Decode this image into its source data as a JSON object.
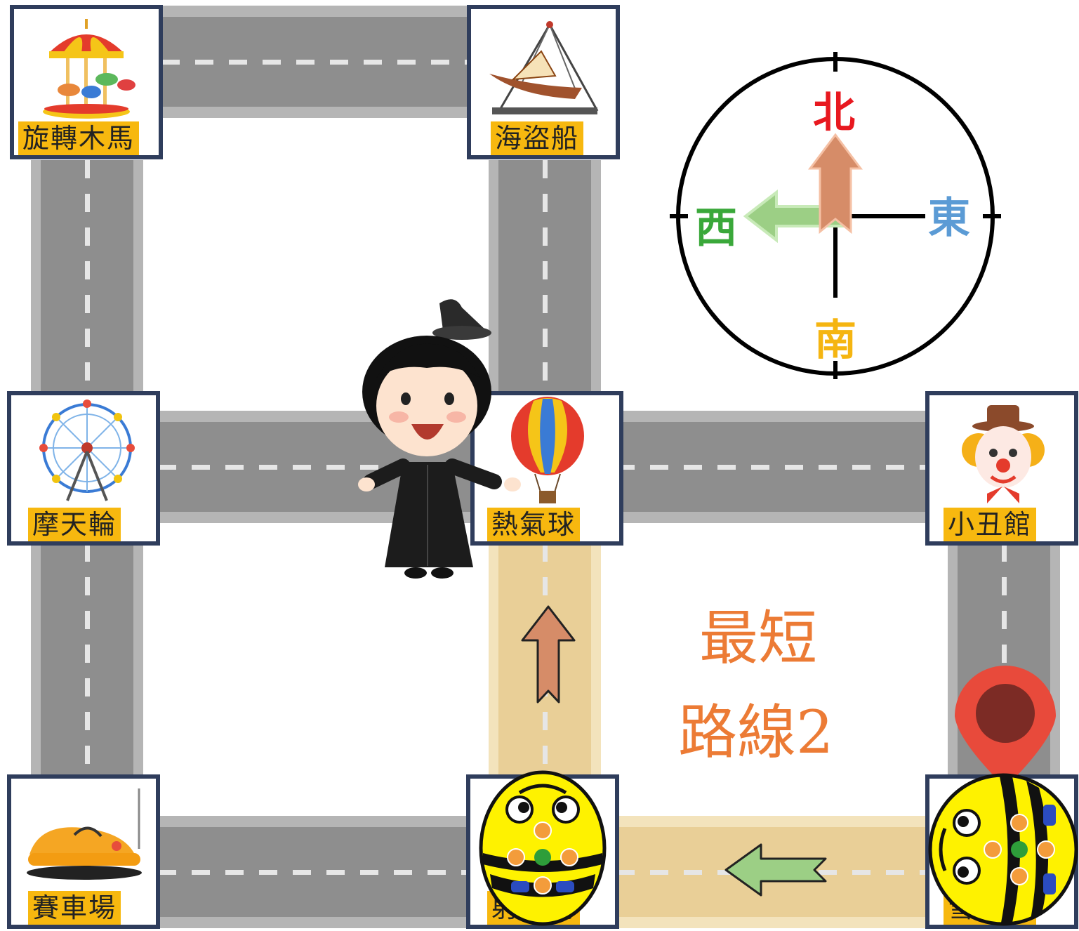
{
  "locations": {
    "carousel": "旋轉木馬",
    "pirate_ship": "海盜船",
    "ferris_wheel": "摩天輪",
    "hot_air_balloon": "熱氣球",
    "clown_house": "小丑館",
    "race_track": "賽車場",
    "archery": "射箭場",
    "ice_cream_truck": "雪糕車"
  },
  "compass": {
    "north": "北",
    "south": "南",
    "east": "東",
    "west": "西"
  },
  "title": {
    "line1": "最短",
    "line2": "路線2"
  },
  "colors": {
    "north": "#e8181f",
    "south": "#f5b511",
    "east": "#5b9bd5",
    "west": "#3aa83a",
    "title": "#ec7b35",
    "highlight_road": "#e9cf97",
    "label_bg": "#f7b80f",
    "node_border": "#2f3d5c",
    "pin": "#e84a3b"
  },
  "route_arrows": [
    "west",
    "north"
  ],
  "icons": [
    "carousel-icon",
    "pirate-ship-icon",
    "ferris-wheel-icon",
    "hot-air-balloon-icon",
    "clown-icon",
    "bumper-car-icon",
    "bee-bot-icon",
    "location-pin-icon",
    "priest-character-icon"
  ]
}
